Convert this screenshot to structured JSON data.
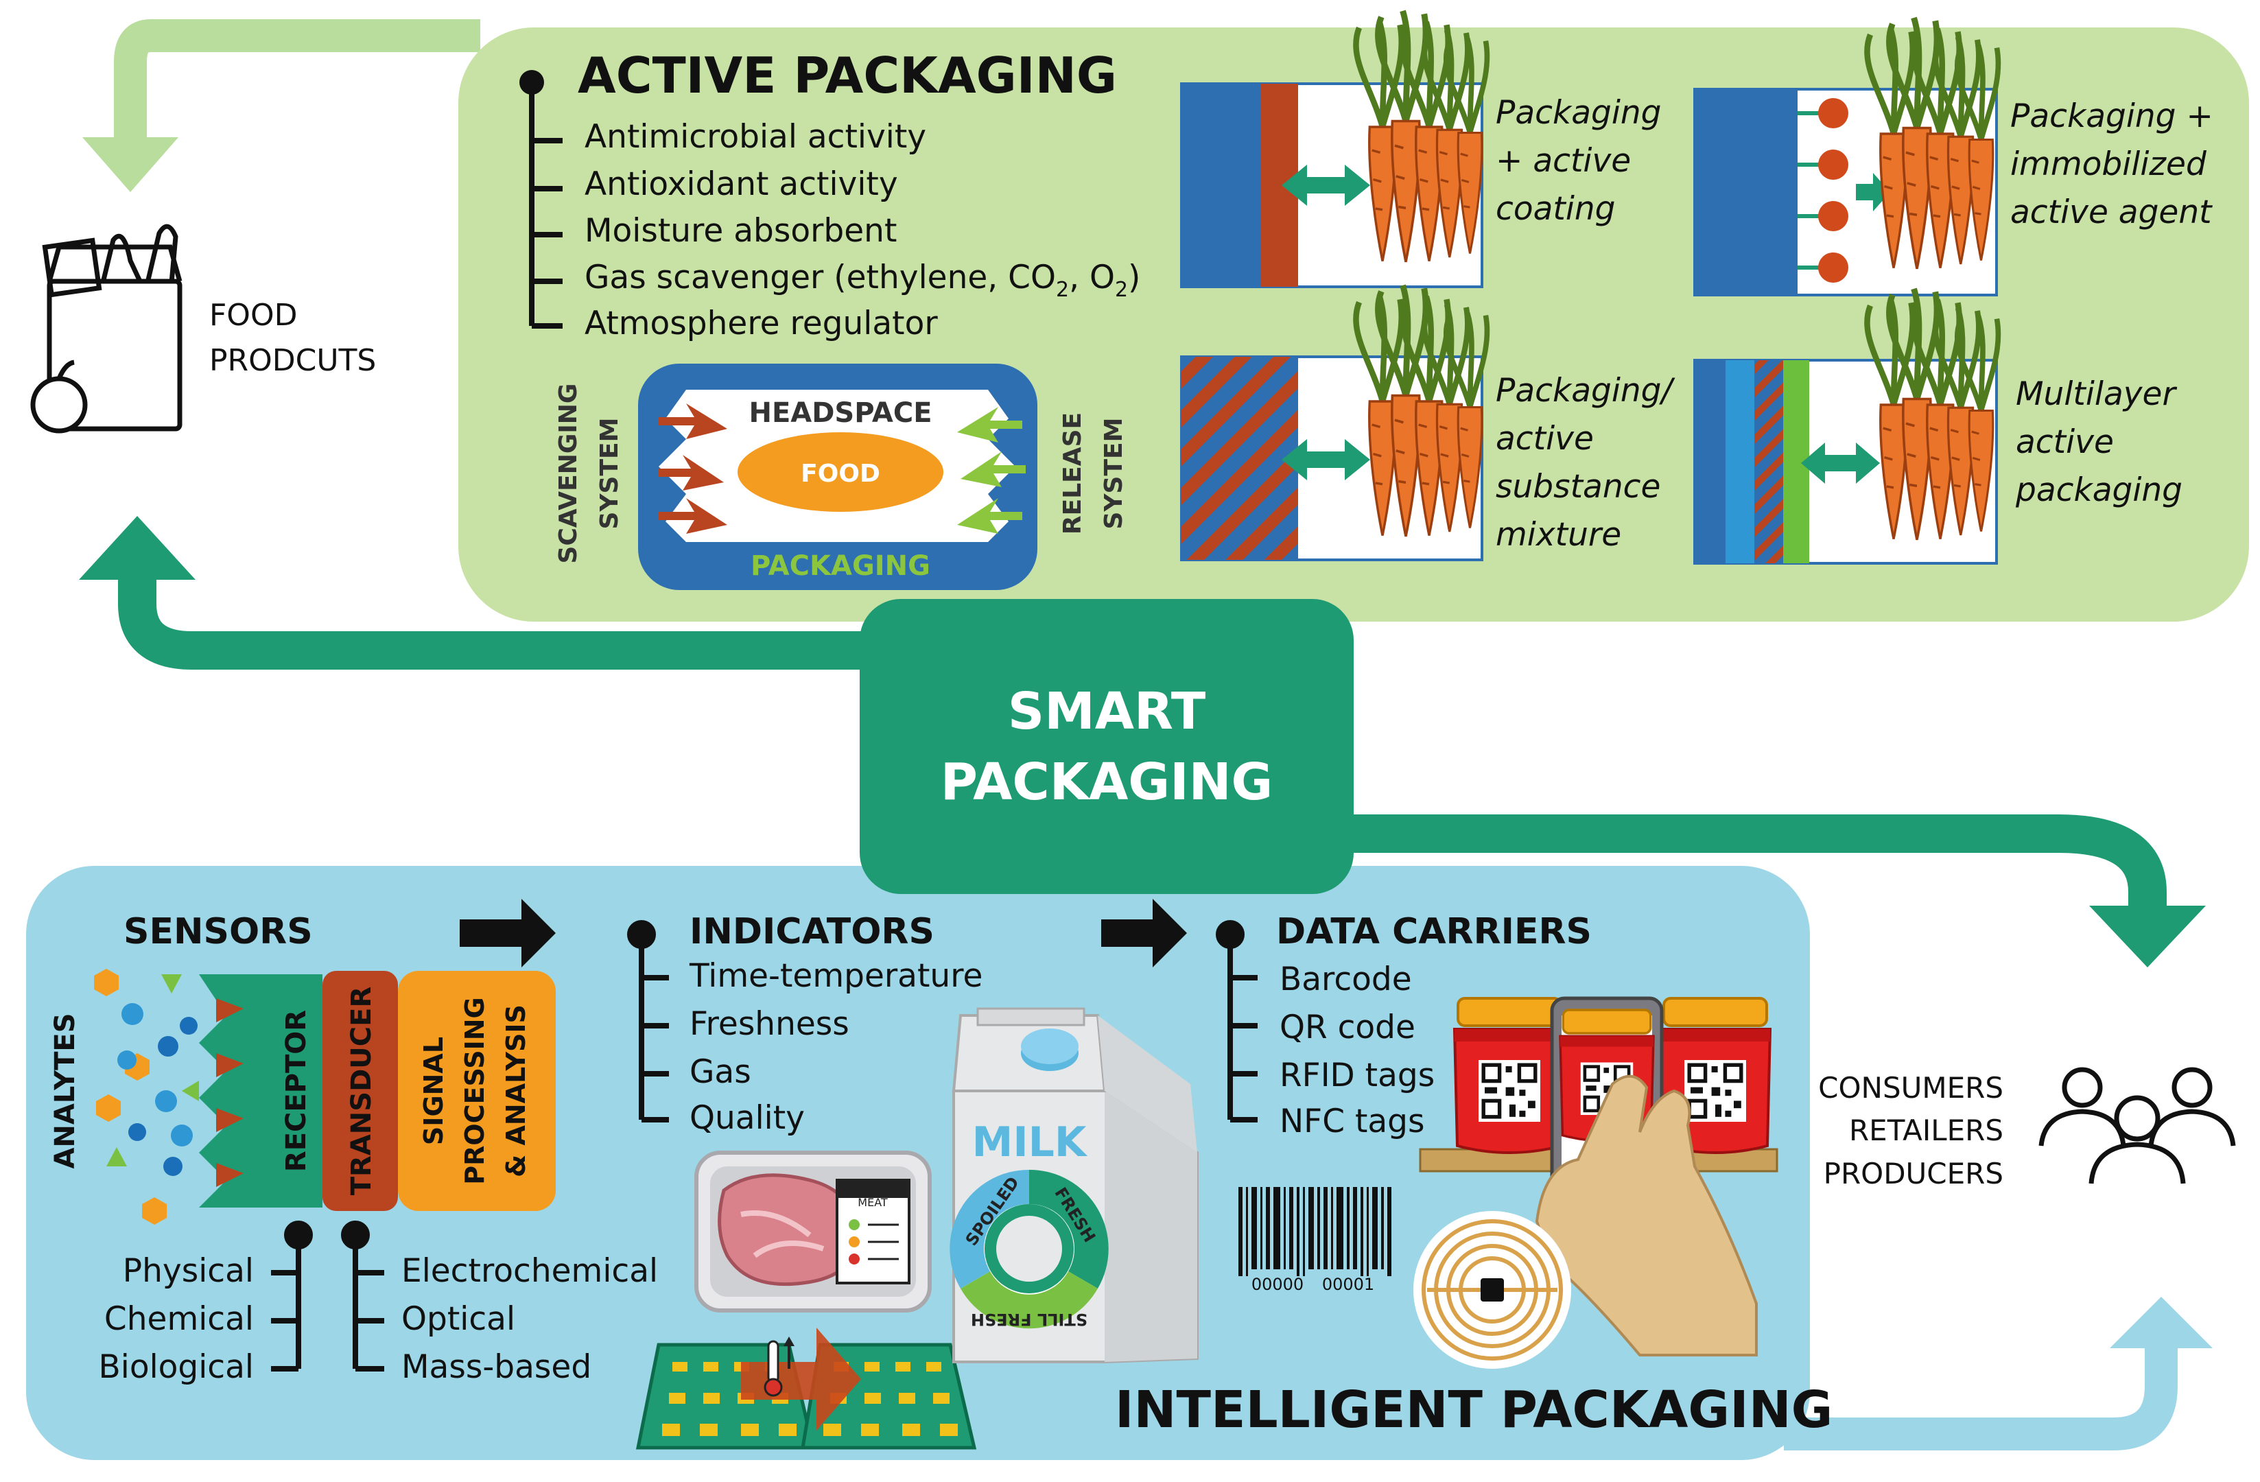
{
  "food": {
    "label_1": "FOOD",
    "label_2": "PRODCUTS"
  },
  "active": {
    "title": "ACTIVE PACKAGING",
    "list": [
      "Antimicrobial activity",
      "Antioxidant activity",
      "Moisture absorbent"
    ],
    "gas_prefix": "Gas scavenger (ethylene, CO",
    "gas_sub": "2",
    "gas_mid": ", O",
    "gas_end": ")",
    "list_last": "Atmosphere regulator",
    "diagram": {
      "scav_1": "SCAVENGING",
      "scav_2": "SYSTEM",
      "rel_1": "RELEASE",
      "rel_2": "SYSTEM",
      "headspace": "HEADSPACE",
      "food": "FOOD",
      "packaging": "PACKAGING"
    },
    "types": [
      {
        "lines": [
          "Packaging",
          "+ active",
          "coating"
        ]
      },
      {
        "lines": [
          "Packaging +",
          "immobilized",
          "active agent"
        ]
      },
      {
        "lines": [
          "Packaging/",
          "active",
          "substance",
          "mixture"
        ]
      },
      {
        "lines": [
          "Multilayer",
          "active",
          "packaging"
        ]
      }
    ]
  },
  "smart": {
    "line_1": "SMART",
    "line_2": "PACKAGING"
  },
  "intelligent": {
    "title": "INTELLIGENT PACKAGING",
    "sensors": {
      "title": "SENSORS",
      "analytes": "ANALYTES",
      "receptor": "RECEPTOR",
      "transducer": "TRANSDUCER",
      "signal_1": "SIGNAL",
      "signal_2": "PROCESSING",
      "signal_3": "& ANALYSIS",
      "receptor_types": [
        "Physical",
        "Chemical",
        "Biological"
      ],
      "transducer_types": [
        "Electrochemical",
        "Optical",
        "Mass-based"
      ]
    },
    "indicators": {
      "title": "INDICATORS",
      "items": [
        "Time-temperature",
        "Freshness",
        "Gas",
        "Quality"
      ],
      "meat_label": "MEAT",
      "milk": "MILK",
      "ring": [
        "SPOILED",
        "FRESH",
        "STILL FRESH"
      ]
    },
    "data_carriers": {
      "title": "DATA CARRIERS",
      "items": [
        "Barcode",
        "QR code",
        "RFID tags",
        "NFC tags"
      ],
      "barcode_left": "00000",
      "barcode_right": "00001"
    }
  },
  "stakeholders": [
    "CONSUMERS",
    "RETAILERS",
    "PRODUCERS"
  ],
  "colors": {
    "active_bg": "#c8e2a6",
    "intelligent_bg": "#9dd6e6",
    "smart": "#1e9b72",
    "arrow_light": "#b9dd9d",
    "arrow_light_blue": "#9dd6e6",
    "blue_pack": "#2d6fb0",
    "rust": "#b84520",
    "orange": "#f39c1f"
  }
}
